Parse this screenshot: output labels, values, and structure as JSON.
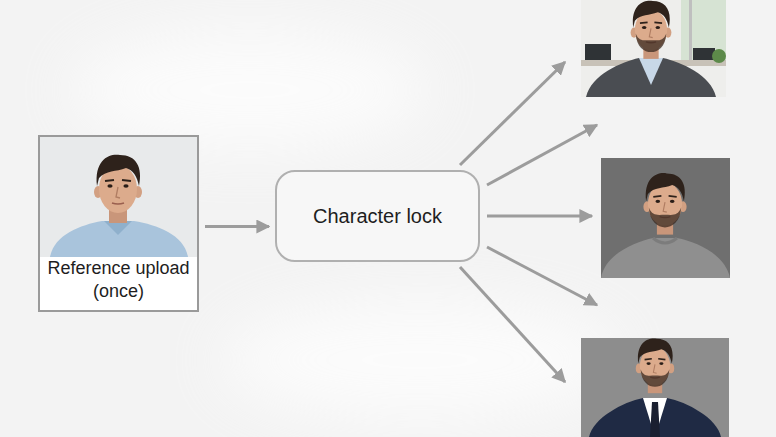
{
  "diagram": {
    "nodes": [
      {
        "text": [
          "Reference upload (once)"
        ]
      },
      {
        "text": [
          "Character lock"
        ]
      }
    ],
    "edges": [
      {
        "from": 0,
        "to": 1,
        "arrow": "to"
      }
    ]
  }
}
